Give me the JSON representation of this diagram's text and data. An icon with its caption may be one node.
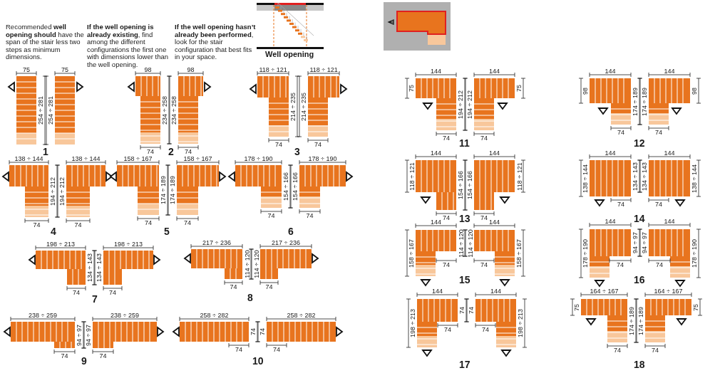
{
  "diagram": {
    "labels": [
      "Recommended **well opening should** have the span of the stair less two steps as minimum dimensions.",
      "**If the well opening is already existing**, find among the different configurations the first one with dimensions lower than the well opening.",
      "**If the well opening hasn’t already been performed**, look for the stair configuration that best fits in your space.",
      "Well opening",
      "75",
      "254 ÷ 281",
      "75",
      "254 ÷ 281",
      "1",
      "98",
      "234 ÷ 258",
      "74",
      "98",
      "234 ÷ 258",
      "74",
      "2",
      "118 ÷ 121",
      "214 ÷ 235",
      "74",
      "118 ÷ 121",
      "214 ÷ 235",
      "74",
      "3",
      "138 ÷ 144",
      "194 ÷ 212",
      "74",
      "138 ÷ 144",
      "194 ÷ 212",
      "74",
      "4",
      "158 ÷ 167",
      "174 ÷ 189",
      "74",
      "158 ÷ 167",
      "174 ÷ 189",
      "74",
      "5",
      "178 ÷ 190",
      "154 ÷ 166",
      "74",
      "178 ÷ 190",
      "154 ÷ 166",
      "74",
      "6",
      "198 ÷ 213",
      "134 ÷ 143",
      "74",
      "198 ÷ 213",
      "134 ÷ 143",
      "74",
      "7",
      "217 ÷ 236",
      "114 ÷ 120",
      "74",
      "217 ÷ 236",
      "114 ÷ 120",
      "74",
      "8",
      "238 ÷ 259",
      "94 ÷ 97",
      "74",
      "238 ÷ 259",
      "94 ÷ 97",
      "74",
      "9",
      "258 ÷ 282",
      "74",
      "74",
      "258 ÷ 282",
      "74",
      "74",
      "10",
      "144",
      "75",
      "194 ÷ 212",
      "74",
      "144",
      "75",
      "194 ÷ 212",
      "74",
      "11",
      "144",
      "98",
      "174 ÷ 189",
      "74",
      "144",
      "98",
      "174 ÷ 189",
      "74",
      "12",
      "144",
      "118 ÷ 121",
      "154 ÷ 166",
      "74",
      "144",
      "118 ÷ 121",
      "154 ÷ 166",
      "74",
      "13",
      "144",
      "138 ÷ 144",
      "134 ÷ 143",
      "74",
      "144",
      "138 ÷ 144",
      "134 ÷ 143",
      "74",
      "14",
      "144",
      "158 ÷ 167",
      "114 ÷ 120",
      "74",
      "144",
      "158 ÷ 167",
      "114 ÷ 120",
      "74",
      "15",
      "144",
      "178 ÷ 190",
      "94 ÷ 97",
      "74",
      "144",
      "178 ÷ 190",
      "94 ÷ 97",
      "74",
      "16",
      "144",
      "198 ÷ 213",
      "74",
      "74",
      "144",
      "198 ÷ 213",
      "74",
      "74",
      "17",
      "164 ÷ 167",
      "75",
      "174 ÷ 189",
      "74",
      "164 ÷ 167",
      "75",
      "174 ÷ 189",
      "74",
      "18"
    ]
  }
}
